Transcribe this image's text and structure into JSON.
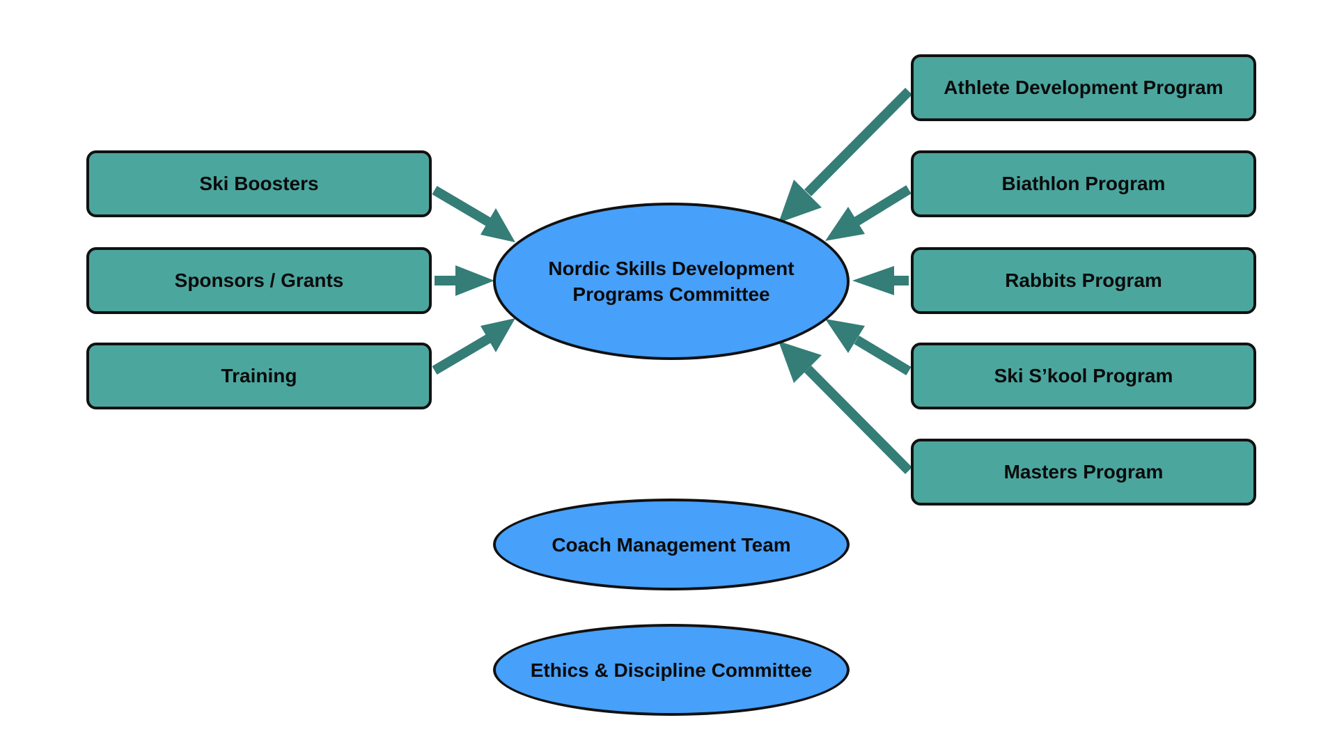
{
  "diagram": {
    "center": {
      "label": "Nordic Skills Development\nPrograms Committee",
      "fill": "#47a0fa"
    },
    "left_nodes": [
      {
        "label": "Ski Boosters"
      },
      {
        "label": "Sponsors / Grants"
      },
      {
        "label": "Training"
      }
    ],
    "right_nodes": [
      {
        "label": "Athlete Development Program"
      },
      {
        "label": "Biathlon Program"
      },
      {
        "label": "Rabbits Program"
      },
      {
        "label": "Ski S’kool Program"
      },
      {
        "label": "Masters Program"
      }
    ],
    "other_nodes": [
      {
        "label": "Coach Management Team"
      },
      {
        "label": "Ethics & Discipline Committee"
      }
    ],
    "edges": [
      {
        "from": "Ski Boosters",
        "to": "Nordic Skills Development Programs Committee"
      },
      {
        "from": "Sponsors / Grants",
        "to": "Nordic Skills Development Programs Committee"
      },
      {
        "from": "Training",
        "to": "Nordic Skills Development Programs Committee"
      },
      {
        "from": "Athlete Development Program",
        "to": "Nordic Skills Development Programs Committee"
      },
      {
        "from": "Biathlon Program",
        "to": "Nordic Skills Development Programs Committee"
      },
      {
        "from": "Rabbits Program",
        "to": "Nordic Skills Development Programs Committee"
      },
      {
        "from": "Ski S’kool Program",
        "to": "Nordic Skills Development Programs Committee"
      },
      {
        "from": "Masters Program",
        "to": "Nordic Skills Development Programs Committee"
      }
    ],
    "colors": {
      "box_fill": "#4ba69e",
      "ellipse_fill": "#47a0fa",
      "arrow": "#357d77",
      "outline": "#111111"
    }
  }
}
